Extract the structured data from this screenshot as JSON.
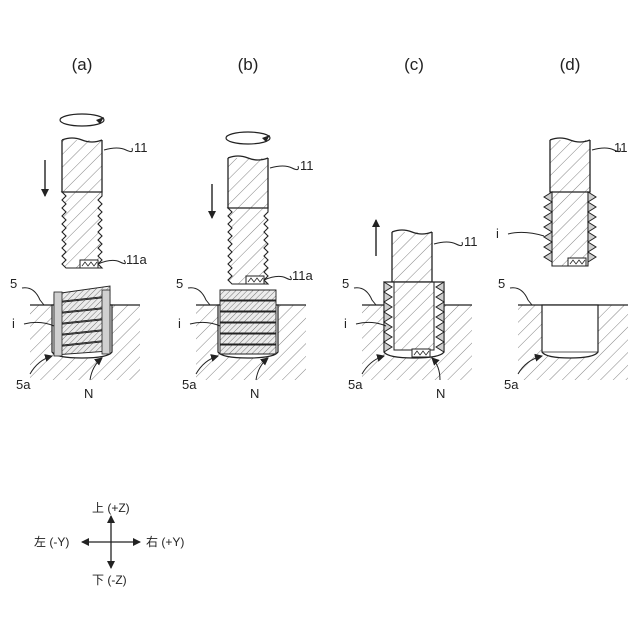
{
  "panels": [
    {
      "label": "(a)",
      "tool": "11",
      "tool_tip": "11a",
      "surface": "5",
      "bottom": "5a",
      "thread": "i",
      "insert": "N"
    },
    {
      "label": "(b)",
      "tool": "11",
      "tool_tip": "11a",
      "surface": "5",
      "bottom": "5a",
      "thread": "i",
      "insert": "N"
    },
    {
      "label": "(c)",
      "tool": "11",
      "surface": "5",
      "bottom": "5a",
      "thread": "i",
      "insert": "N"
    },
    {
      "label": "(d)",
      "tool": "11",
      "surface": "5",
      "bottom": "5a",
      "thread": "i"
    }
  ],
  "axes": {
    "up": "上 (+Z)",
    "down": "下 (-Z)",
    "left": "左 (-Y)",
    "right": "右 (+Y)"
  }
}
